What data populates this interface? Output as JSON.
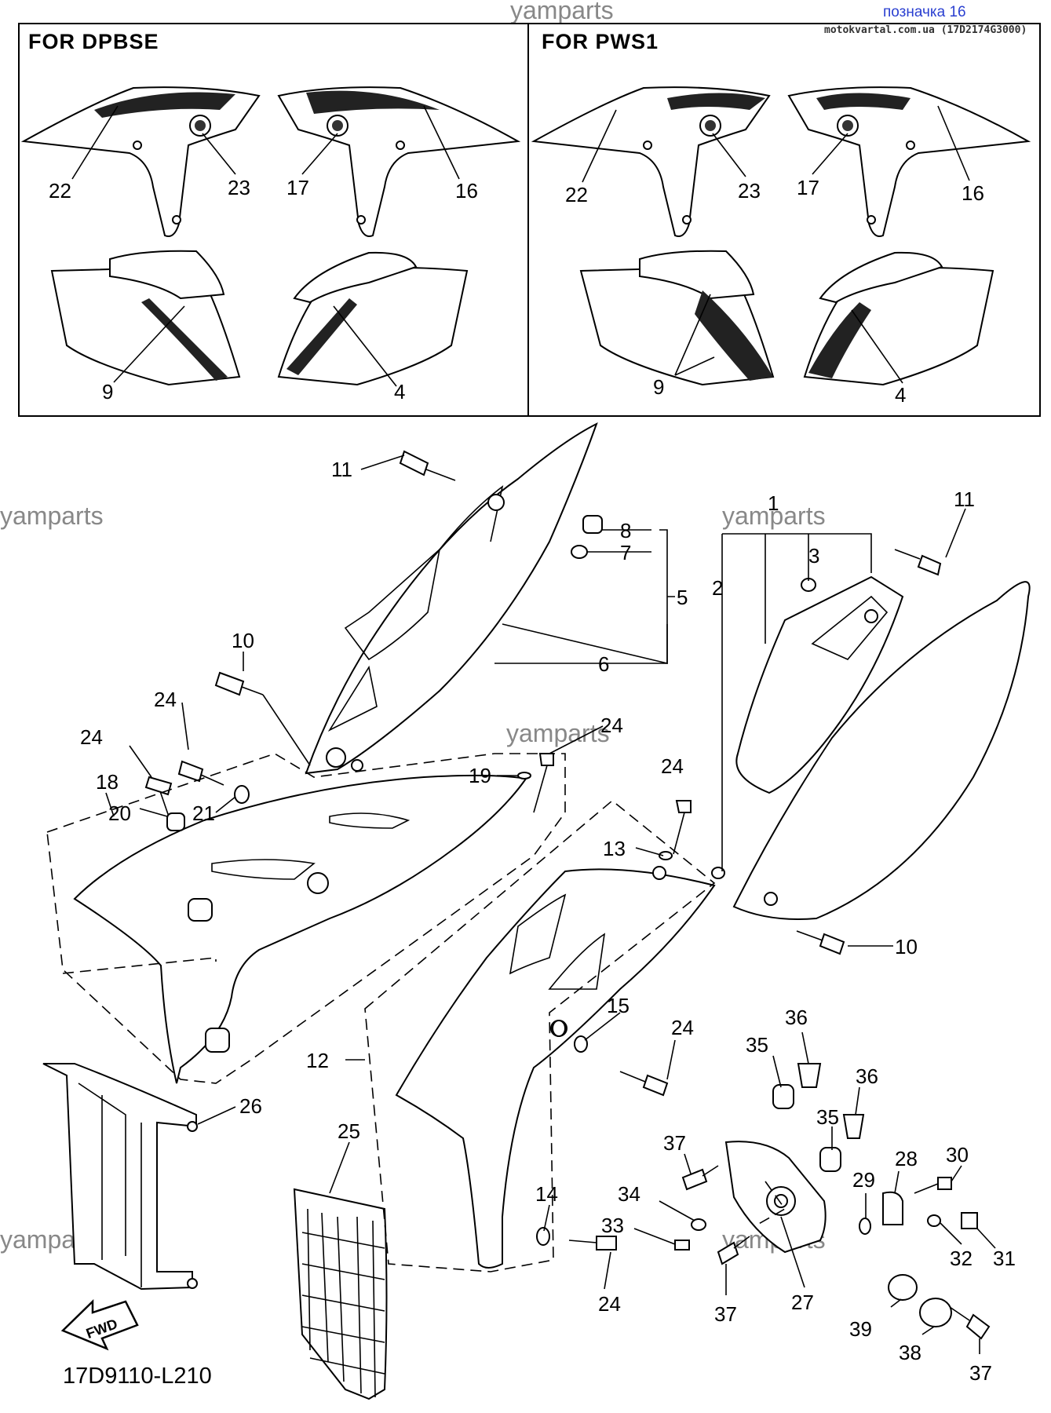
{
  "watermark": "yamparts",
  "overlay": {
    "title": "позначка 16",
    "subtitle": "motokvartal.com.ua (17D2174G3000)"
  },
  "panels": [
    {
      "title": "FOR DPBSE",
      "callouts": [
        "22",
        "23",
        "17",
        "16",
        "9",
        "4"
      ]
    },
    {
      "title": "FOR PWS1",
      "callouts": [
        "22",
        "23",
        "17",
        "16",
        "9",
        "4"
      ]
    }
  ],
  "callouts": [
    "11",
    "8",
    "7",
    "5",
    "6",
    "10",
    "24",
    "24",
    "24",
    "24",
    "18",
    "20",
    "21",
    "19",
    "1",
    "2",
    "3",
    "11",
    "13",
    "10",
    "12",
    "15",
    "24",
    "36",
    "35",
    "36",
    "35",
    "37",
    "34",
    "33",
    "14",
    "24",
    "29",
    "28",
    "30",
    "32",
    "31",
    "27",
    "39",
    "38",
    "37",
    "37",
    "26",
    "25"
  ],
  "fwd_label": "FWD",
  "diagram_ref": "17D9110-L210"
}
